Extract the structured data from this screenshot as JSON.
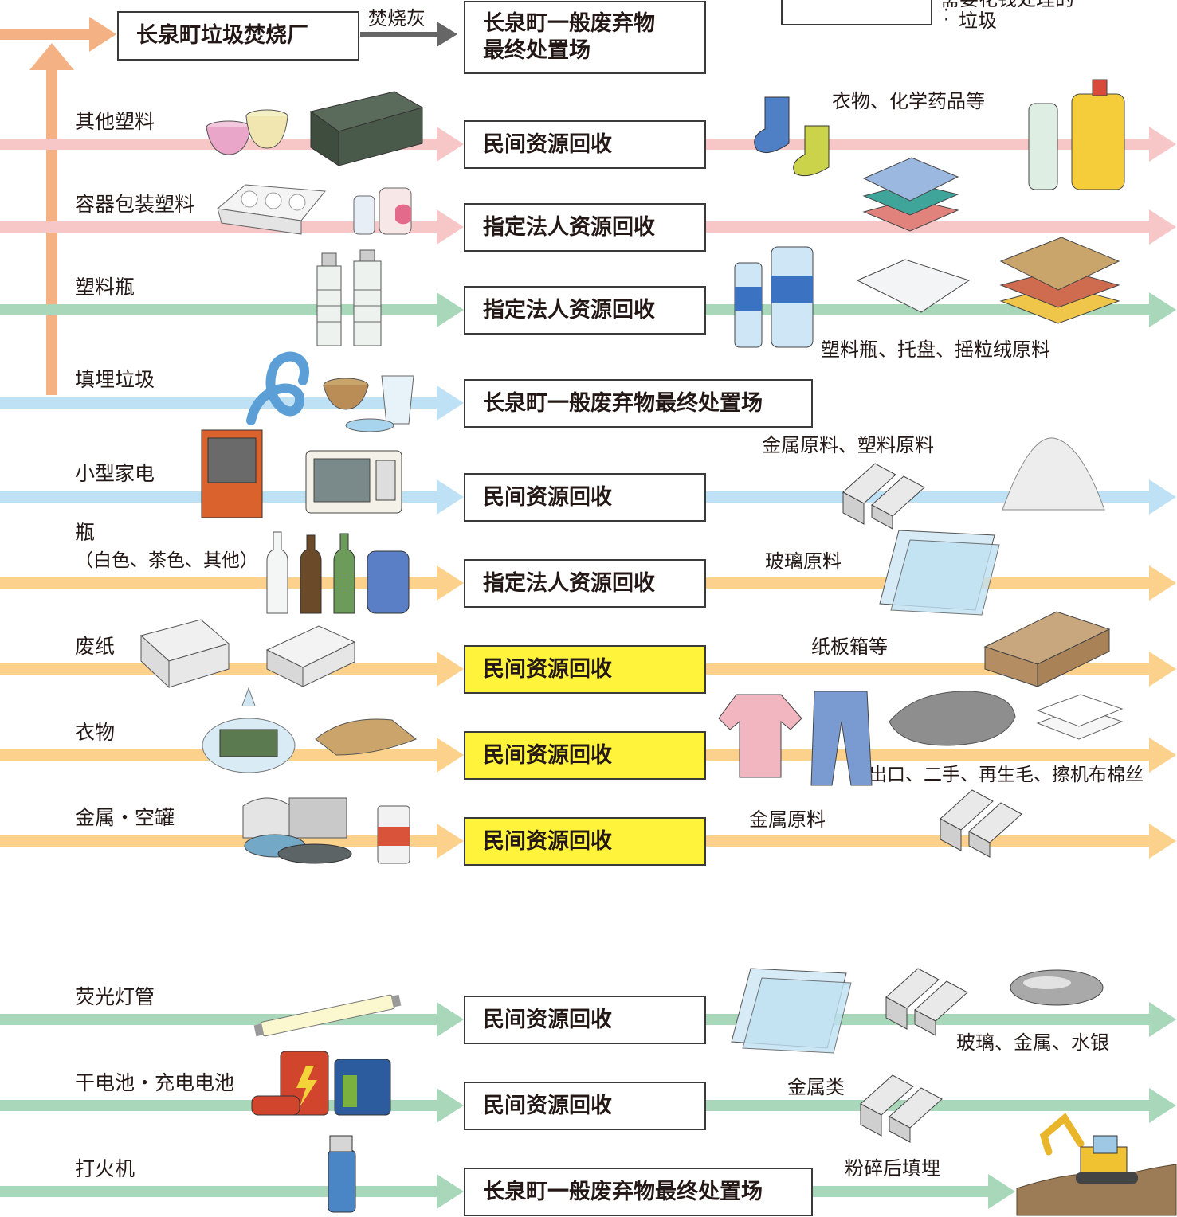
{
  "top": {
    "incinerator": "长泉町垃圾焚烧厂",
    "ash_label": "焚烧灰",
    "final_disposal": "长泉町一般废弃物\n最终处置场",
    "legend_line1": "需要花钱处理的",
    "legend_line2": "垃圾"
  },
  "rows": [
    {
      "item": "其他塑料",
      "destination": "民间资源回收",
      "output": "衣物、化学药品等"
    },
    {
      "item": "容器包装塑料",
      "destination": "指定法人资源回收",
      "output": ""
    },
    {
      "item": "塑料瓶",
      "destination": "指定法人资源回收",
      "output": "塑料瓶、托盘、摇粒绒原料"
    },
    {
      "item": "填埋垃圾",
      "destination": "长泉町一般废弃物最终处置场",
      "output": ""
    },
    {
      "item": "小型家电",
      "destination": "民间资源回收",
      "output": "金属原料、塑料原料"
    },
    {
      "item": "瓶",
      "item_sub": "（白色、茶色、其他）",
      "destination": "指定法人资源回收",
      "output": "玻璃原料"
    },
    {
      "item": "废纸",
      "destination": "民间资源回收",
      "output": "纸板箱等"
    },
    {
      "item": "衣物",
      "destination": "民间资源回收",
      "output": "出口、二手、再生毛、擦机布棉丝"
    },
    {
      "item": "金属・空罐",
      "destination": "民间资源回收",
      "output": "金属原料"
    },
    {
      "item": "荧光灯管",
      "destination": "民间资源回收",
      "output": "玻璃、金属、水银"
    },
    {
      "item": "干电池・充电电池",
      "destination": "民间资源回收",
      "output": "金属类"
    },
    {
      "item": "打火机",
      "destination": "长泉町一般废弃物最终处置场",
      "output": "粉碎后填埋"
    }
  ],
  "colors": {
    "pink": "#f7c6c7",
    "green": "#a8d8b9",
    "blue": "#bfe1f5",
    "orange": "#fcd18c",
    "salmon": "#f4b183",
    "yellow": "#fff33b",
    "gray_arrow": "#666666"
  }
}
